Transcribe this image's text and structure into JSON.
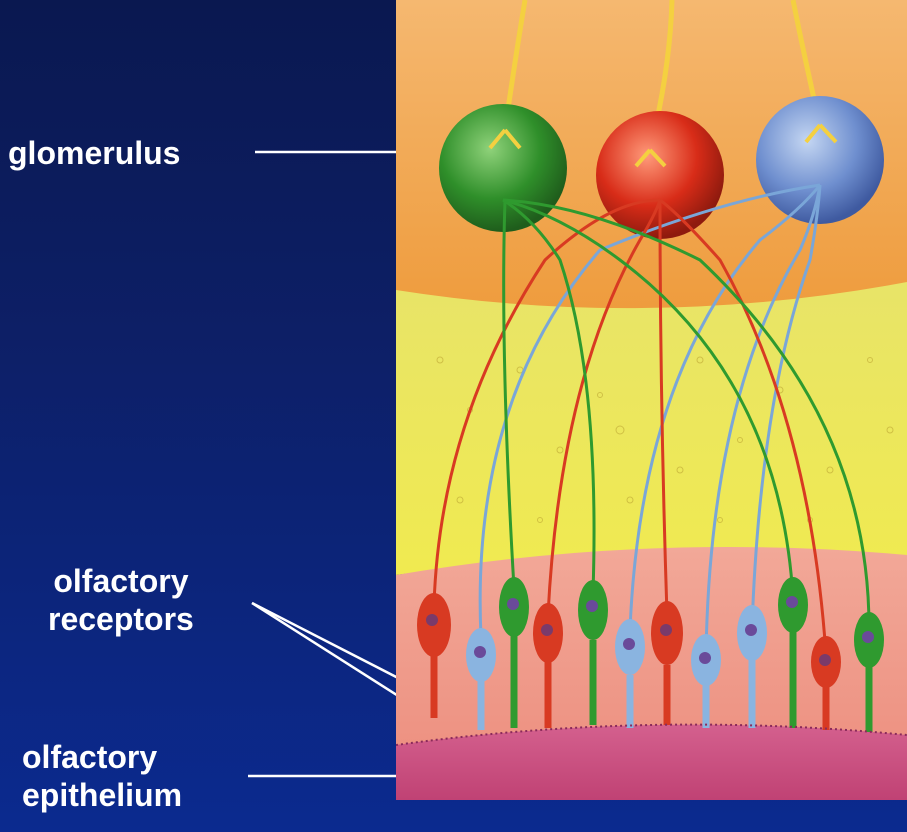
{
  "labels": {
    "glomerulus": "glomerulus",
    "receptors_line1": "olfactory",
    "receptors_line2": "receptors",
    "epithelium_line1": "olfactory",
    "epithelium_line2": "epithelium"
  },
  "colors": {
    "background": "#0b2a8f",
    "bulb": "#f0a850",
    "lamina": "#e9e060",
    "epithelium": "#ef9a8a",
    "basal": "#c84878",
    "green_cell": "#2f9a2f",
    "red_cell": "#d8321e",
    "blue_cell": "#7da8d8"
  }
}
